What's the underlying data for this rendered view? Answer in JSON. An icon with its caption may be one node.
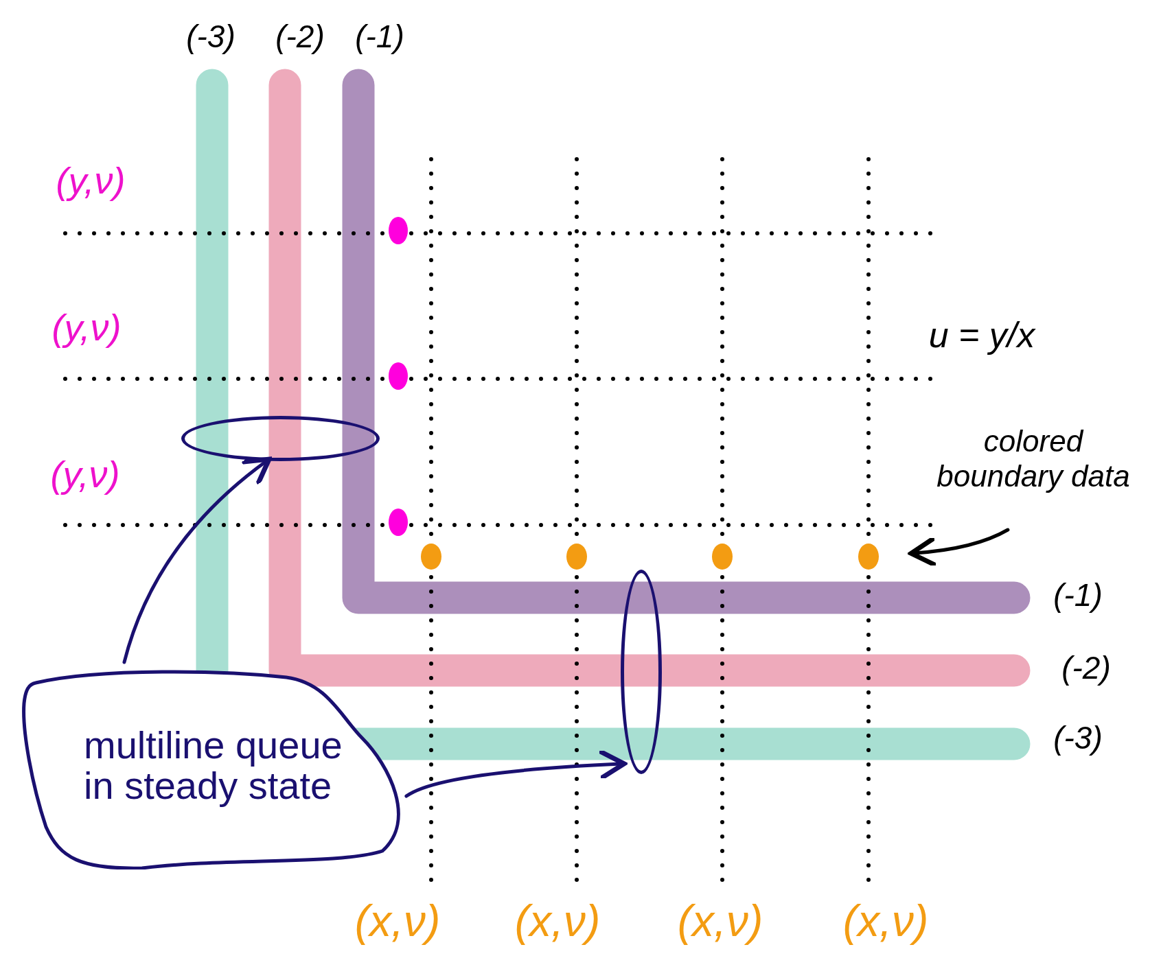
{
  "diagram": {
    "nodes": [
      {
        "text": [],
        "shape": "ellipse"
      },
      {
        "text": [
          "colored boundary data"
        ]
      },
      {
        "text": [],
        "shape": "ellipse"
      },
      {
        "text": [
          "multiline queue in steady state"
        ]
      }
    ],
    "edges": [
      {
        "from": 3,
        "to": 0,
        "arrow": "to"
      },
      {
        "from": 3,
        "to": 2,
        "arrow": "to"
      },
      {
        "from": 1,
        "to": null,
        "arrow": "to",
        "color": "#000000"
      }
    ],
    "labels": [
      "(-3)",
      "(-2)",
      "(-1)",
      "(y,ν)",
      "(y,ν)",
      "u = y/x",
      "(y,ν)",
      "(-1)",
      "(-2)",
      "(-3)",
      "(x,ν)",
      "(x,ν)",
      "(x,ν)",
      "(x,ν)"
    ]
  }
}
